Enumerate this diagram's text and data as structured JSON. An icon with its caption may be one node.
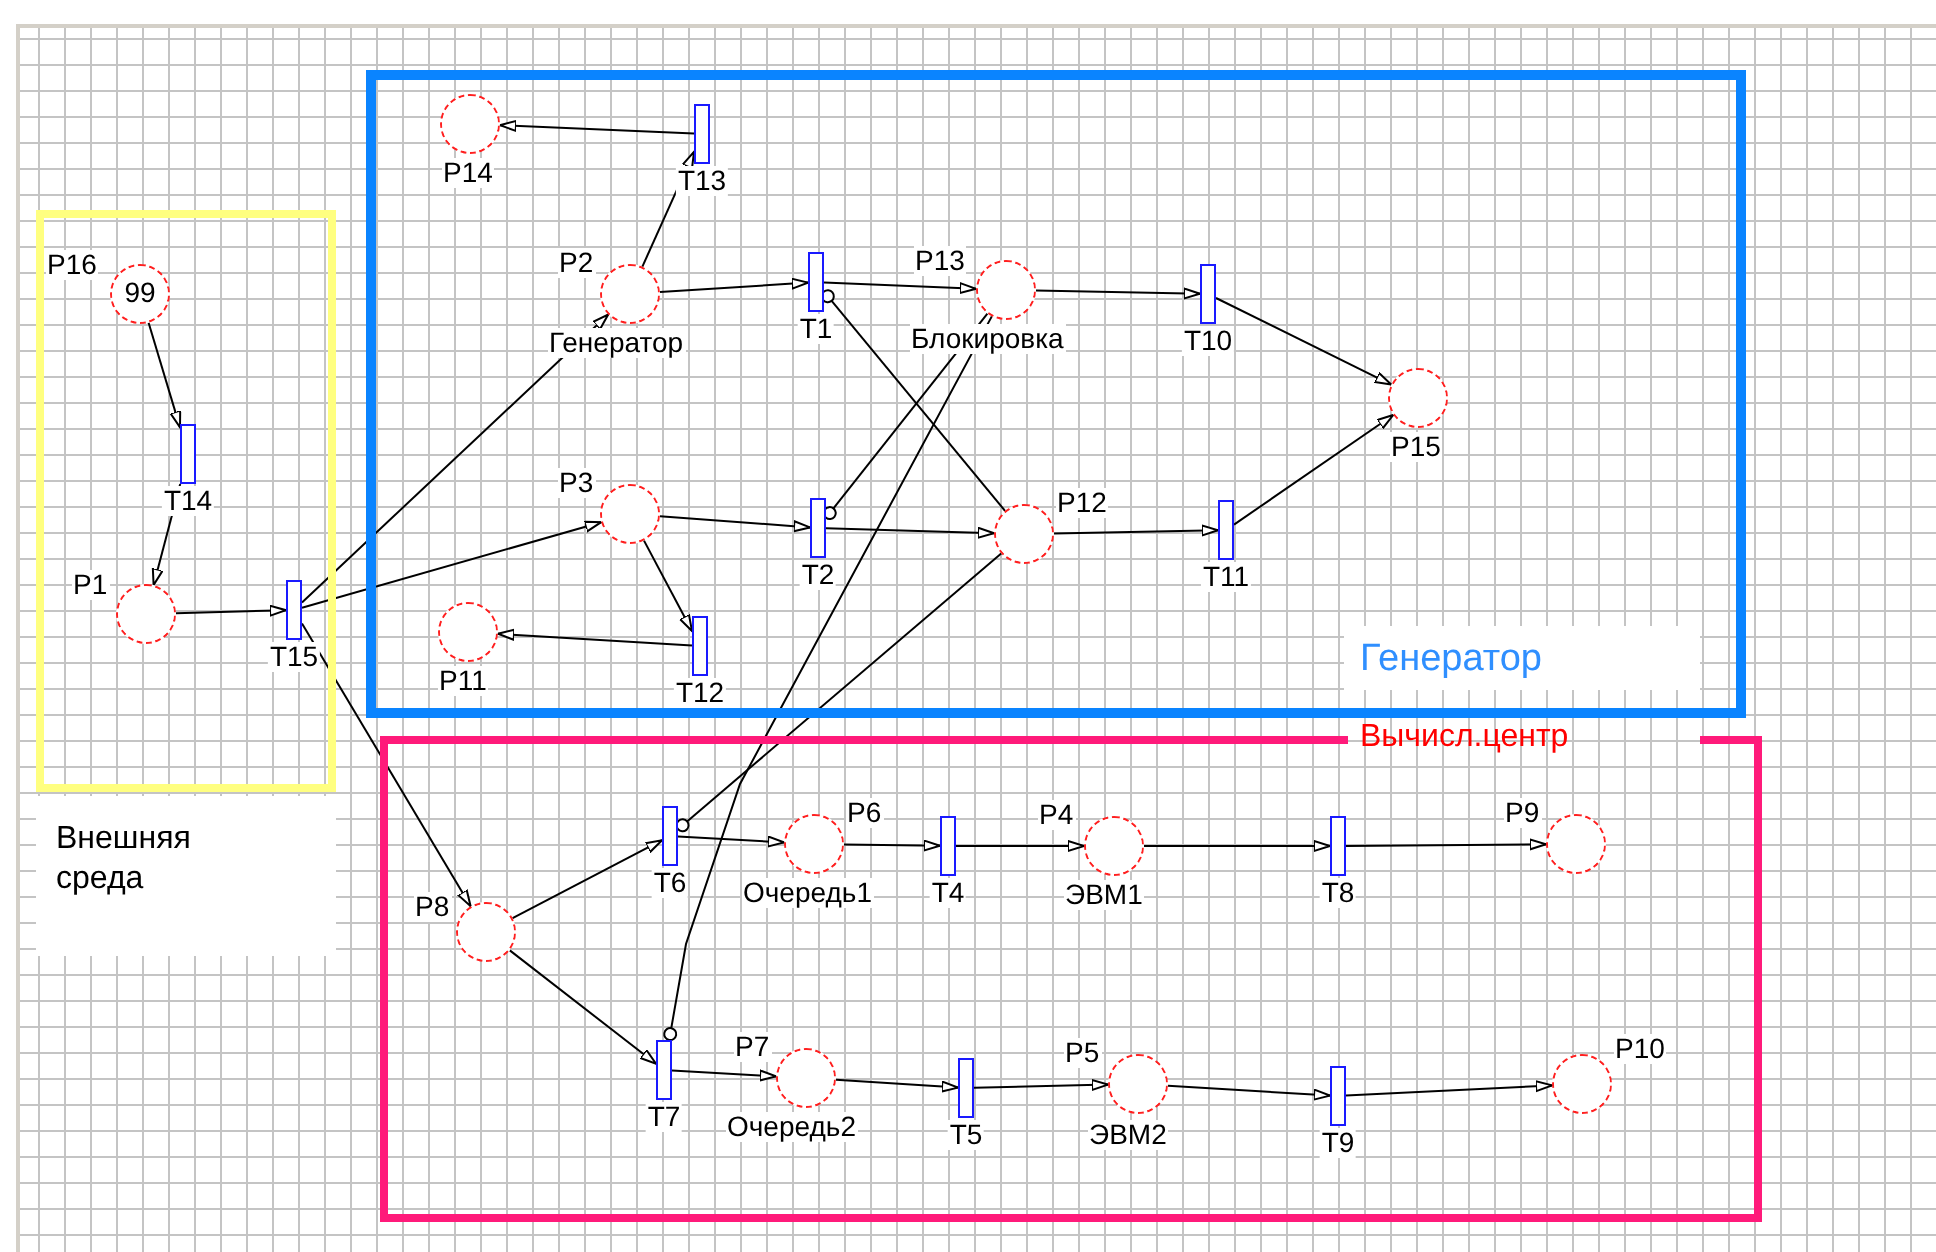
{
  "diagram": {
    "nodes": [
      {
        "text": [
          "Внешняя среда"
        ]
      },
      {
        "text": [
          "P16",
          "99"
        ],
        "in": 0
      },
      {
        "text": [
          "T14"
        ],
        "in": 0
      },
      {
        "text": [
          "P1"
        ],
        "in": 0
      },
      {
        "text": [
          "T15"
        ],
        "in": 0
      },
      {
        "text": [
          "Генератор"
        ]
      },
      {
        "text": [
          "P14"
        ],
        "in": 5
      },
      {
        "text": [
          "T13"
        ],
        "in": 5
      },
      {
        "text": [
          "P2",
          "Генератор"
        ],
        "in": 5
      },
      {
        "text": [
          "T1"
        ],
        "in": 5
      },
      {
        "text": [
          "P13",
          "Блокировка"
        ],
        "in": 5
      },
      {
        "text": [
          "T10"
        ],
        "in": 5
      },
      {
        "text": [
          "P15"
        ],
        "in": 5
      },
      {
        "text": [
          "P3"
        ],
        "in": 5
      },
      {
        "text": [
          "T2"
        ],
        "in": 5
      },
      {
        "text": [
          "P12"
        ],
        "in": 5
      },
      {
        "text": [
          "T11"
        ],
        "in": 5
      },
      {
        "text": [
          "P11"
        ],
        "in": 5
      },
      {
        "text": [
          "T12"
        ],
        "in": 5
      },
      {
        "text": [
          "Вычисл.центр"
        ]
      },
      {
        "text": [
          "P8"
        ],
        "in": 19
      },
      {
        "text": [
          "T6"
        ],
        "in": 19
      },
      {
        "text": [
          "P6",
          "Очередь1"
        ],
        "in": 19
      },
      {
        "text": [
          "T4"
        ],
        "in": 19
      },
      {
        "text": [
          "P4",
          "ЭВМ1"
        ],
        "in": 19
      },
      {
        "text": [
          "T8"
        ],
        "in": 19
      },
      {
        "text": [
          "P9"
        ],
        "in": 19
      },
      {
        "text": [
          "T7"
        ],
        "in": 19
      },
      {
        "text": [
          "P7",
          "Очередь2"
        ],
        "in": 19
      },
      {
        "text": [
          "T5"
        ],
        "in": 19
      },
      {
        "text": [
          "P5",
          "ЭВМ2"
        ],
        "in": 19
      },
      {
        "text": [
          "T9"
        ],
        "in": 19
      },
      {
        "text": [
          "P10"
        ],
        "in": 19
      }
    ],
    "edges": [
      {
        "from": 1,
        "to": 2,
        "arrow": "to"
      },
      {
        "from": 2,
        "to": 3,
        "arrow": "to"
      },
      {
        "from": 3,
        "to": 4,
        "arrow": "to"
      },
      {
        "from": 4,
        "to": 8,
        "arrow": "to"
      },
      {
        "from": 4,
        "to": 13,
        "arrow": "to"
      },
      {
        "from": 4,
        "to": 20,
        "arrow": "to"
      },
      {
        "from": 8,
        "to": 7,
        "arrow": "to"
      },
      {
        "from": 7,
        "to": 6,
        "arrow": "to"
      },
      {
        "from": 8,
        "to": 9,
        "arrow": "to"
      },
      {
        "from": 9,
        "to": 10,
        "arrow": "to"
      },
      {
        "from": 10,
        "to": 11,
        "arrow": "to"
      },
      {
        "from": 11,
        "to": 12,
        "arrow": "to"
      },
      {
        "from": 13,
        "to": 14,
        "arrow": "to"
      },
      {
        "from": 14,
        "to": 15,
        "arrow": "to"
      },
      {
        "from": 15,
        "to": 16,
        "arrow": "to"
      },
      {
        "from": 16,
        "to": 12,
        "arrow": "to"
      },
      {
        "from": 13,
        "to": 18,
        "arrow": "to"
      },
      {
        "from": 18,
        "to": 17,
        "arrow": "to"
      },
      {
        "from": 15,
        "to": 9,
        "arrow": "other"
      },
      {
        "from": 10,
        "to": 14,
        "arrow": "other"
      },
      {
        "from": 15,
        "to": 21,
        "arrow": "other"
      },
      {
        "from": 10,
        "to": 27,
        "arrow": "other"
      },
      {
        "from": 20,
        "to": 21,
        "arrow": "to"
      },
      {
        "from": 20,
        "to": 27,
        "arrow": "to"
      },
      {
        "from": 21,
        "to": 22,
        "arrow": "to"
      },
      {
        "from": 22,
        "to": 23,
        "arrow": "to"
      },
      {
        "from": 23,
        "to": 24,
        "arrow": "to"
      },
      {
        "from": 24,
        "to": 25,
        "arrow": "to"
      },
      {
        "from": 25,
        "to": 26,
        "arrow": "to"
      },
      {
        "from": 27,
        "to": 28,
        "arrow": "to"
      },
      {
        "from": 28,
        "to": 29,
        "arrow": "to"
      },
      {
        "from": 29,
        "to": 30,
        "arrow": "to"
      },
      {
        "from": 30,
        "to": 31,
        "arrow": "to"
      },
      {
        "from": 31,
        "to": 32,
        "arrow": "to"
      }
    ]
  }
}
